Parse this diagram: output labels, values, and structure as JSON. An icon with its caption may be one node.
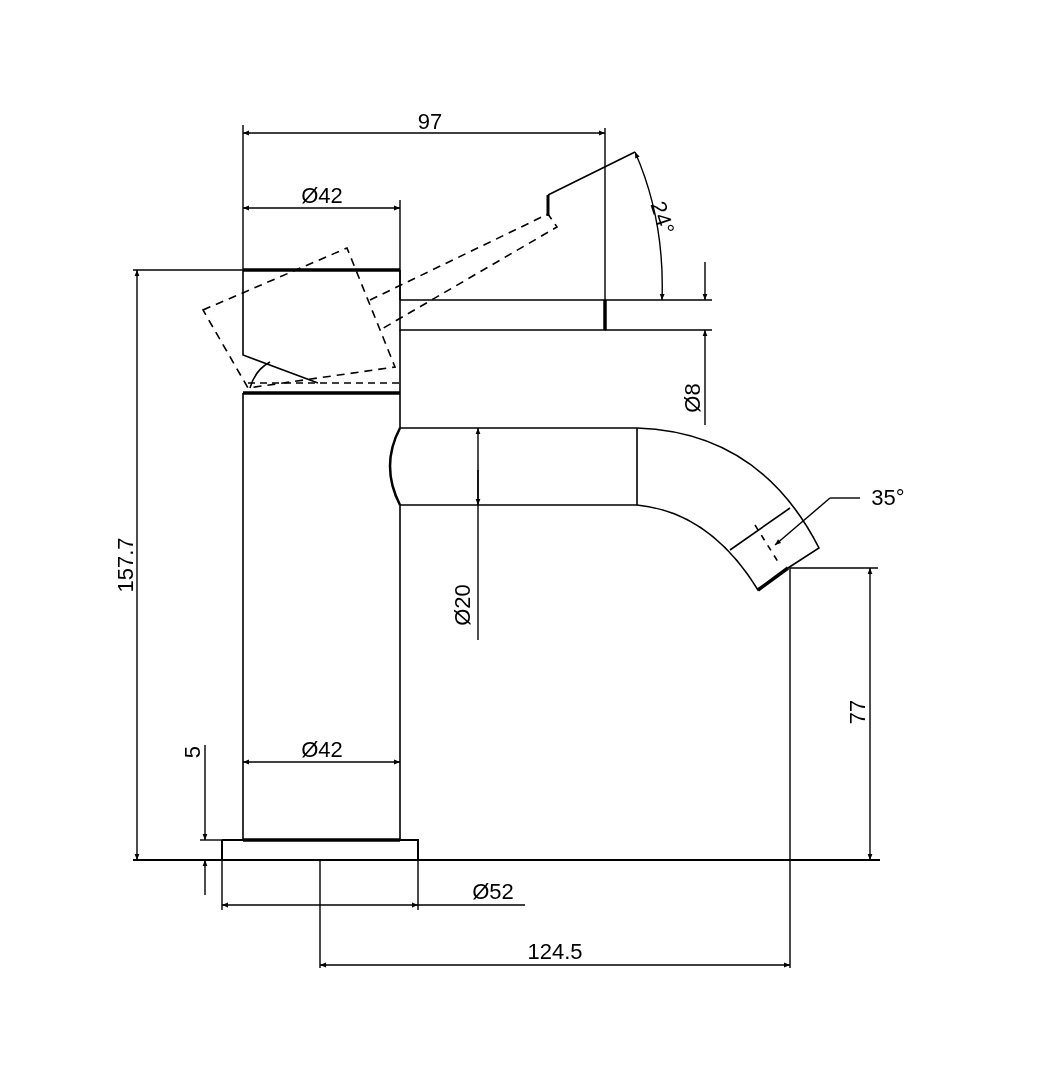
{
  "diagram": {
    "labels": [
      "97",
      "Ø42",
      "24°",
      "Ø8",
      "35°",
      "157.7",
      "Ø20",
      "77",
      "5",
      "Ø42",
      "Ø52",
      "124.5"
    ]
  }
}
